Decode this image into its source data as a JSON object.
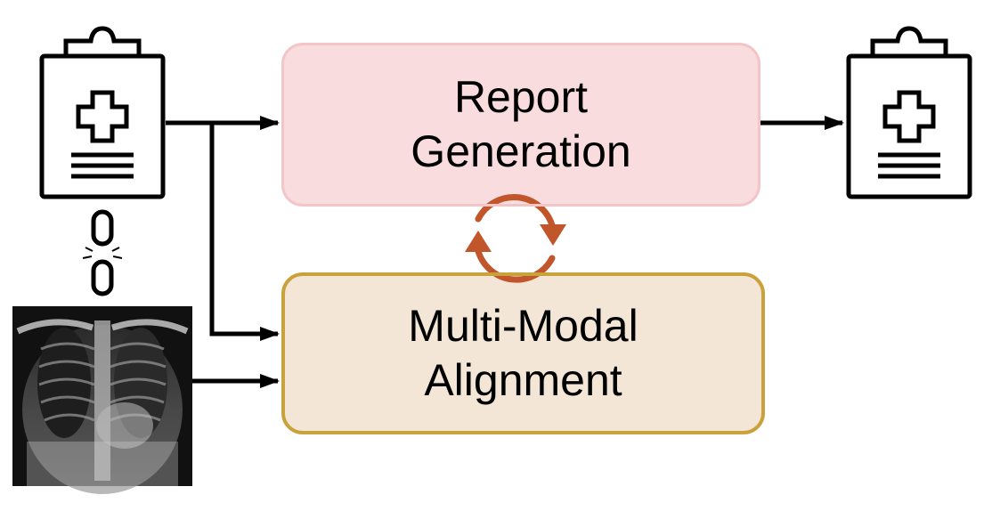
{
  "nodes": {
    "report_generation": {
      "line1": "Report",
      "line2": "Generation",
      "fill": "#f9dcdd",
      "border": "#f2c6c8"
    },
    "multimodal_alignment": {
      "line1": "Multi-Modal",
      "line2": "Alignment",
      "fill": "#f3e6d6",
      "border": "#c9a23c"
    }
  },
  "icons": {
    "input_report": "clipboard-medical-icon",
    "output_report": "clipboard-medical-icon",
    "link": "broken-chain-link-icon",
    "xray": "chest-xray-image",
    "cycle": "cycle-arrows-icon"
  },
  "colors": {
    "arrow": "#000000",
    "cycle": "#c0562a"
  }
}
